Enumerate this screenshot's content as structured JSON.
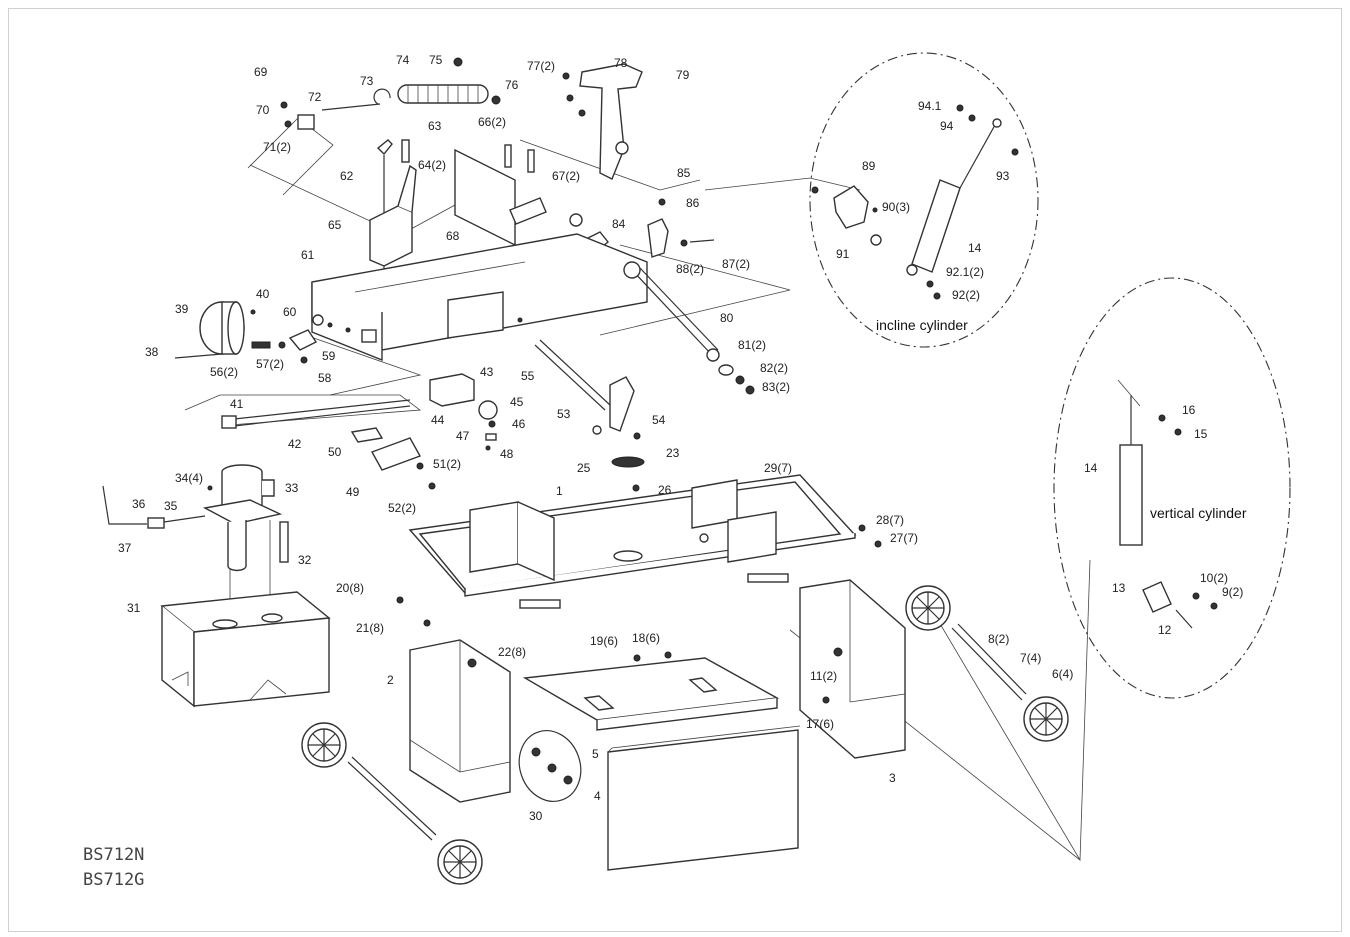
{
  "models": [
    "BS712N",
    "BS712G"
  ],
  "insets": {
    "incline_caption": "incline cylinder",
    "vertical_caption": "vertical cylinder"
  },
  "labels": {
    "l1": "1",
    "l2": "2",
    "l3": "3",
    "l4": "4",
    "l5": "5",
    "l6": "6(4)",
    "l7": "7(4)",
    "l8": "8(2)",
    "l9": "9(2)",
    "l10": "10(2)",
    "l11": "11(2)",
    "l12": "12",
    "l13": "13",
    "l14a": "14",
    "l14b": "14",
    "l15": "15",
    "l16": "16",
    "l17": "17(6)",
    "l18": "18(6)",
    "l19": "19(6)",
    "l20": "20(8)",
    "l21": "21(8)",
    "l22": "22(8)",
    "l23": "23",
    "l25": "25",
    "l26": "26",
    "l27": "27(7)",
    "l28": "28(7)",
    "l29": "29(7)",
    "l30": "30",
    "l31": "31",
    "l32": "32",
    "l33": "33",
    "l34": "34(4)",
    "l35": "35",
    "l36": "36",
    "l37": "37",
    "l38": "38",
    "l39": "39",
    "l40": "40",
    "l41": "41",
    "l42": "42",
    "l43": "43",
    "l44": "44",
    "l45": "45",
    "l46": "46",
    "l47": "47",
    "l48": "48",
    "l49": "49",
    "l50": "50",
    "l51": "51(2)",
    "l52": "52(2)",
    "l53": "53",
    "l54": "54",
    "l55": "55",
    "l56": "56(2)",
    "l57": "57(2)",
    "l58": "58",
    "l59": "59",
    "l60": "60",
    "l61": "61",
    "l62": "62",
    "l63": "63",
    "l64": "64(2)",
    "l65": "65",
    "l66": "66(2)",
    "l67": "67(2)",
    "l68": "68",
    "l69": "69",
    "l70": "70",
    "l71": "71(2)",
    "l72": "72",
    "l73": "73",
    "l74": "74",
    "l75": "75",
    "l76": "76",
    "l77": "77(2)",
    "l78": "78",
    "l79": "79",
    "l80": "80",
    "l81": "81(2)",
    "l82": "82(2)",
    "l83": "83(2)",
    "l84": "84",
    "l85": "85",
    "l86": "86",
    "l87": "87(2)",
    "l88": "88(2)",
    "l89": "89",
    "l90": "90(3)",
    "l91": "91",
    "l92": "92(2)",
    "l921": "92.1(2)",
    "l93": "93",
    "l94": "94",
    "l941": "94.1"
  }
}
